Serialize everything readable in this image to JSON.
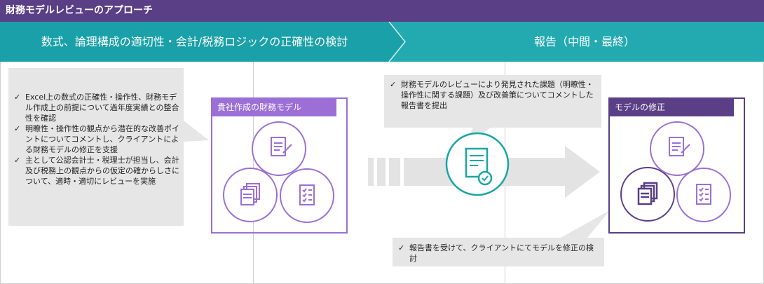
{
  "title": "財務モデルレビューのアプローチ",
  "steps": [
    {
      "label": "数式、論理構成の適切性・会計/税務ロジックの正確性の検討"
    },
    {
      "label": "報告（中間・最終）"
    }
  ],
  "left_callout": {
    "items": [
      "Excel上の数式の正確性・操作性、財務モデル作成上の前提について過年度実績との整合性を確認",
      "明瞭性・操作性の観点から潜在的な改善ポイントについてコメントし、クライアントによる財務モデルの修正を支援",
      "主として公認会計士・税理士が担当し、会計及び税務上の観点からの仮定の確からしさについて、適時・適切にレビューを実施"
    ]
  },
  "top_callout": {
    "items": [
      "財務モデルのレビューにより発見された課題（明瞭性・操作性に関する課題）及び改善策についてコメントした報告書を提出"
    ]
  },
  "bottom_callout": {
    "items": [
      "報告書を受けて、クライアントにてモデルを修正の検討"
    ]
  },
  "client_model": {
    "header": "貴社作成の財務モデル"
  },
  "revised_model": {
    "header": "モデルの修正"
  },
  "colors": {
    "title_bg": "#5a3e86",
    "step_bg": "#1aa0a8",
    "accent_purple": "#9b6fd6",
    "dark_purple": "#5a3e86",
    "teal": "#19a5a5",
    "callout_bg": "#e6e6e6"
  },
  "icons": [
    "document-pencil-icon",
    "stacked-documents-icon",
    "checklist-icon",
    "report-check-icon"
  ]
}
